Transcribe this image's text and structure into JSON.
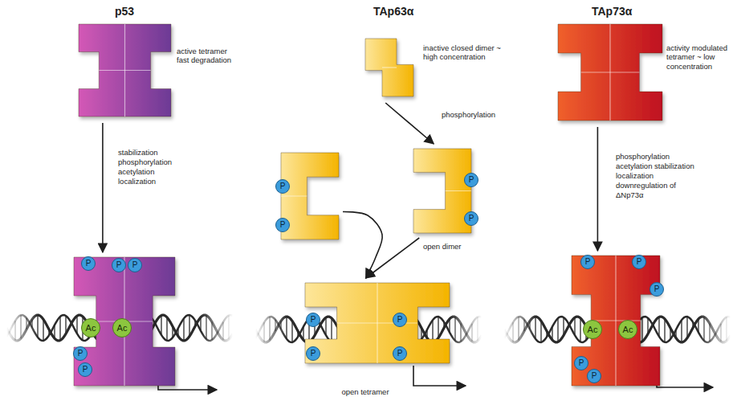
{
  "diagram": {
    "nodes": [
      {
        "text": [
          "p53",
          "active tetramer fast degradation"
        ]
      },
      {
        "text": [
          "TAp63α",
          "inactive closed dimer ~ high concentration"
        ]
      },
      {
        "text": [
          "TAp73α",
          "activity modulated tetramer ~ low concentration"
        ]
      },
      {
        "text": [
          "P",
          "P"
        ]
      },
      {
        "text": [
          "P",
          "P",
          "open dimer"
        ]
      },
      {
        "text": [
          "P",
          "P",
          "P",
          "P",
          "P",
          "Ac",
          "Ac"
        ]
      },
      {
        "text": [
          "P",
          "P",
          "P",
          "P",
          "open tetramer"
        ]
      },
      {
        "text": [
          "P",
          "P",
          "P",
          "P",
          "P",
          "Ac",
          "Ac"
        ]
      }
    ],
    "edges": [
      {
        "from": 0,
        "to": 5,
        "arrow": "to",
        "label": "stabilization phosphorylation acetylation localization"
      },
      {
        "from": 1,
        "to": 4,
        "arrow": "to",
        "label": "phosphorylation"
      },
      {
        "from": 3,
        "to": 6,
        "arrow": "to"
      },
      {
        "from": 4,
        "to": 6,
        "arrow": "to"
      },
      {
        "from": 2,
        "to": 7,
        "arrow": "to",
        "label": "phosphorylation acetylation stabilization localization downregulation of ΔNp73α"
      }
    ]
  }
}
